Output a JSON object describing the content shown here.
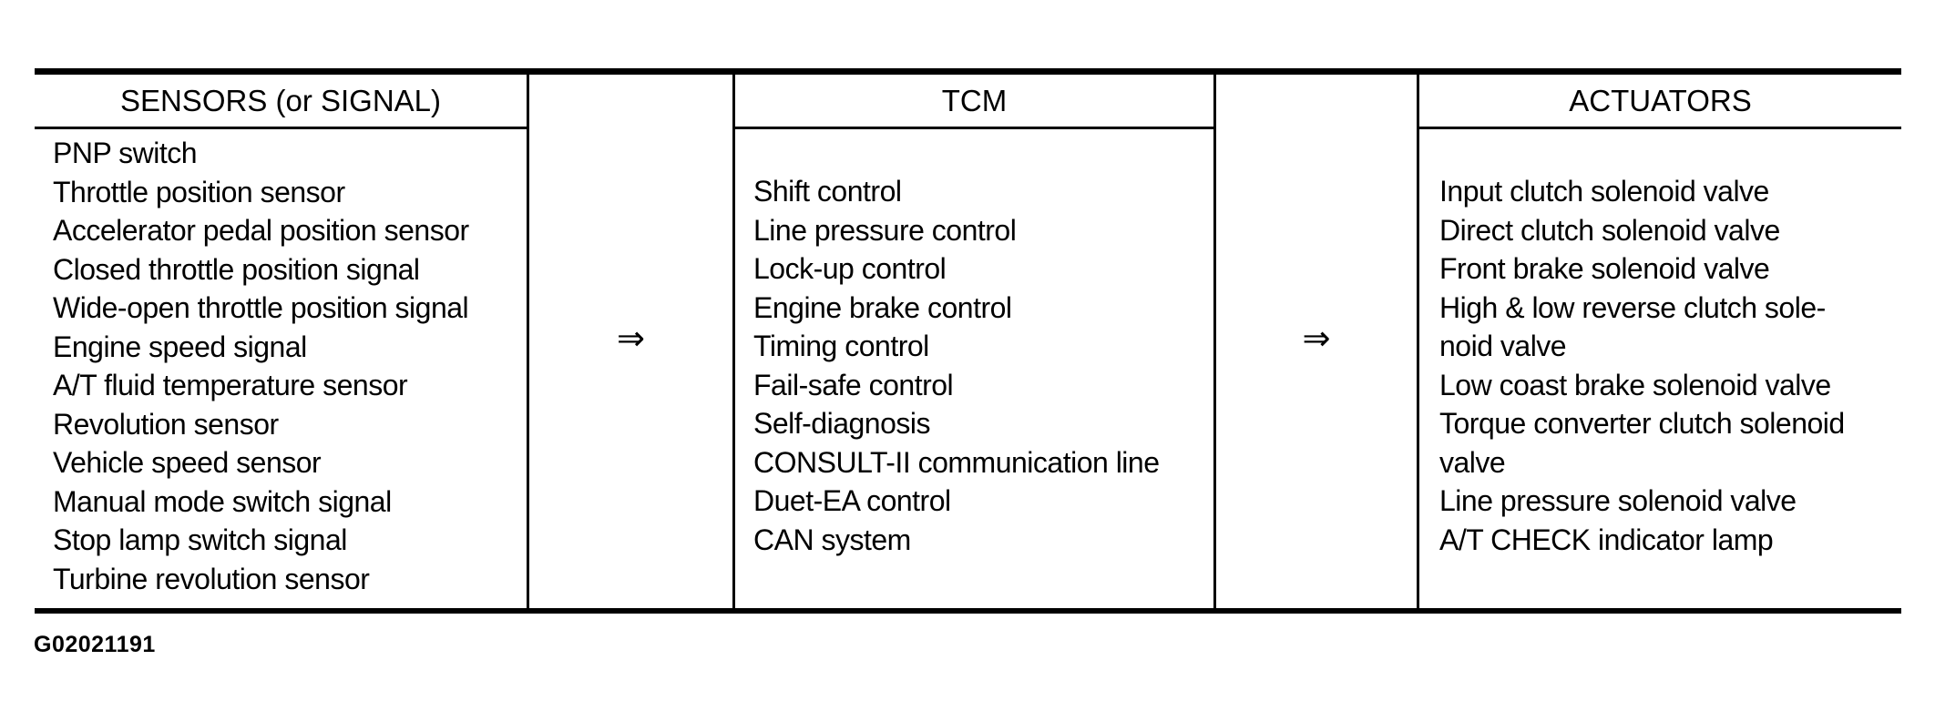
{
  "figure_code": "G02021191",
  "arrow_icon": "⇒",
  "colors": {
    "ink": "#000000",
    "background": "#ffffff"
  },
  "columns": {
    "sensors": {
      "header": "SENSORS (or SIGNAL)",
      "items": [
        "PNP switch",
        "Throttle position sensor",
        "Accelerator pedal position sensor",
        "Closed throttle position signal",
        "Wide-open throttle position signal",
        "Engine speed signal",
        "A/T fluid temperature sensor",
        "Revolution sensor",
        "Vehicle speed sensor",
        "Manual mode switch signal",
        "Stop lamp switch signal",
        "Turbine revolution sensor"
      ]
    },
    "tcm": {
      "header": "TCM",
      "items": [
        "Shift control",
        "Line pressure control",
        "Lock-up control",
        "Engine brake control",
        "Timing control",
        "Fail-safe control",
        "Self-diagnosis",
        "CONSULT-II communication line",
        "Duet-EA control",
        "CAN system"
      ]
    },
    "actuators": {
      "header": "ACTUATORS",
      "items": [
        "Input clutch solenoid valve",
        "Direct clutch solenoid valve",
        "Front brake solenoid valve",
        "High & low reverse clutch sole-\nnoid valve",
        "Low coast brake solenoid valve",
        "Torque converter clutch solenoid\nvalve",
        "Line pressure solenoid valve",
        "A/T CHECK indicator lamp"
      ]
    }
  }
}
